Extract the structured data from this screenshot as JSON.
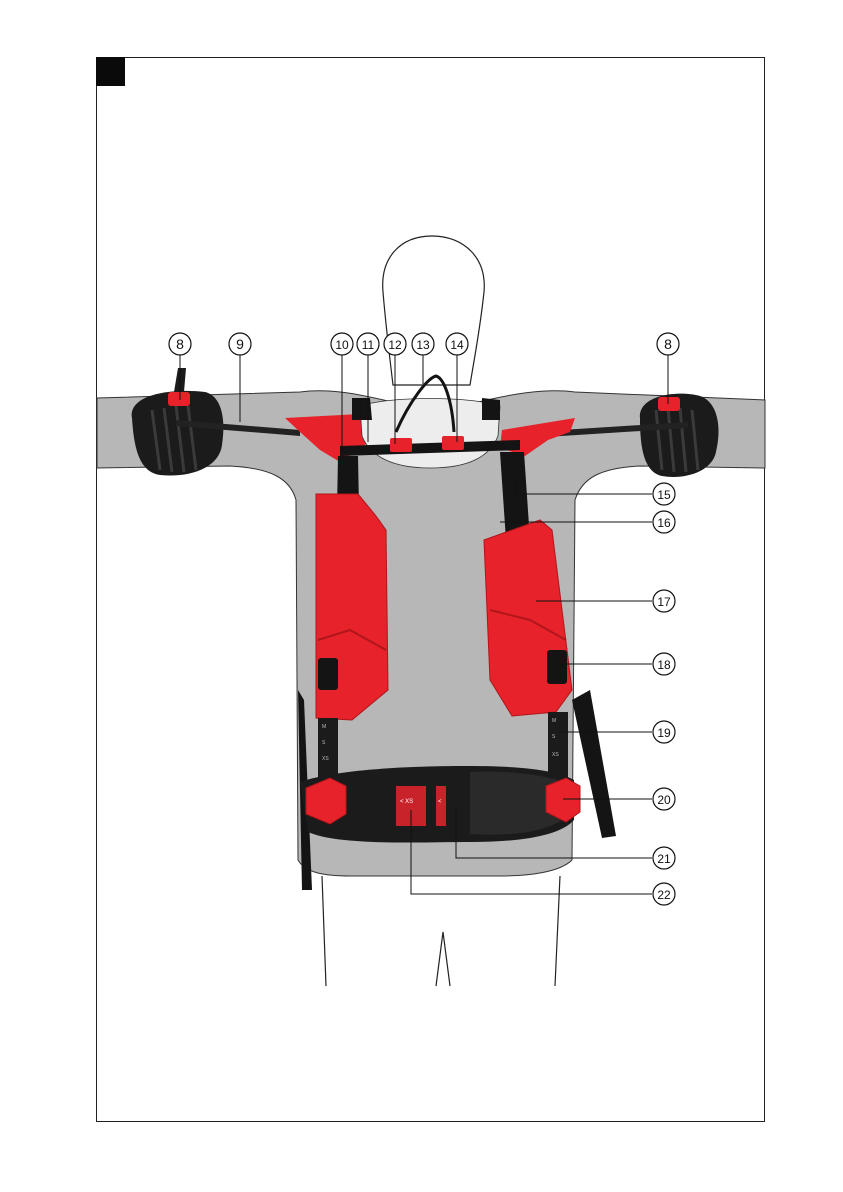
{
  "figure": {
    "colors": {
      "figure_fill": "#b7b7b7",
      "harness_red": "#e8222a",
      "strap_black": "#141414",
      "frame": "#222222"
    },
    "callouts": [
      {
        "id": "8a",
        "label": "8"
      },
      {
        "id": "9",
        "label": "9"
      },
      {
        "id": "10",
        "label": "10"
      },
      {
        "id": "11",
        "label": "11"
      },
      {
        "id": "12",
        "label": "12"
      },
      {
        "id": "13",
        "label": "13"
      },
      {
        "id": "14",
        "label": "14"
      },
      {
        "id": "8b",
        "label": "8"
      },
      {
        "id": "15",
        "label": "15"
      },
      {
        "id": "16",
        "label": "16"
      },
      {
        "id": "17",
        "label": "17"
      },
      {
        "id": "18",
        "label": "18"
      },
      {
        "id": "19",
        "label": "19"
      },
      {
        "id": "20",
        "label": "20"
      },
      {
        "id": "21",
        "label": "21"
      },
      {
        "id": "22",
        "label": "22"
      }
    ],
    "belt_text": {
      "size_left": "< XS",
      "size_mark": "<"
    },
    "scale_marks": [
      "M",
      "S",
      "XS"
    ]
  }
}
